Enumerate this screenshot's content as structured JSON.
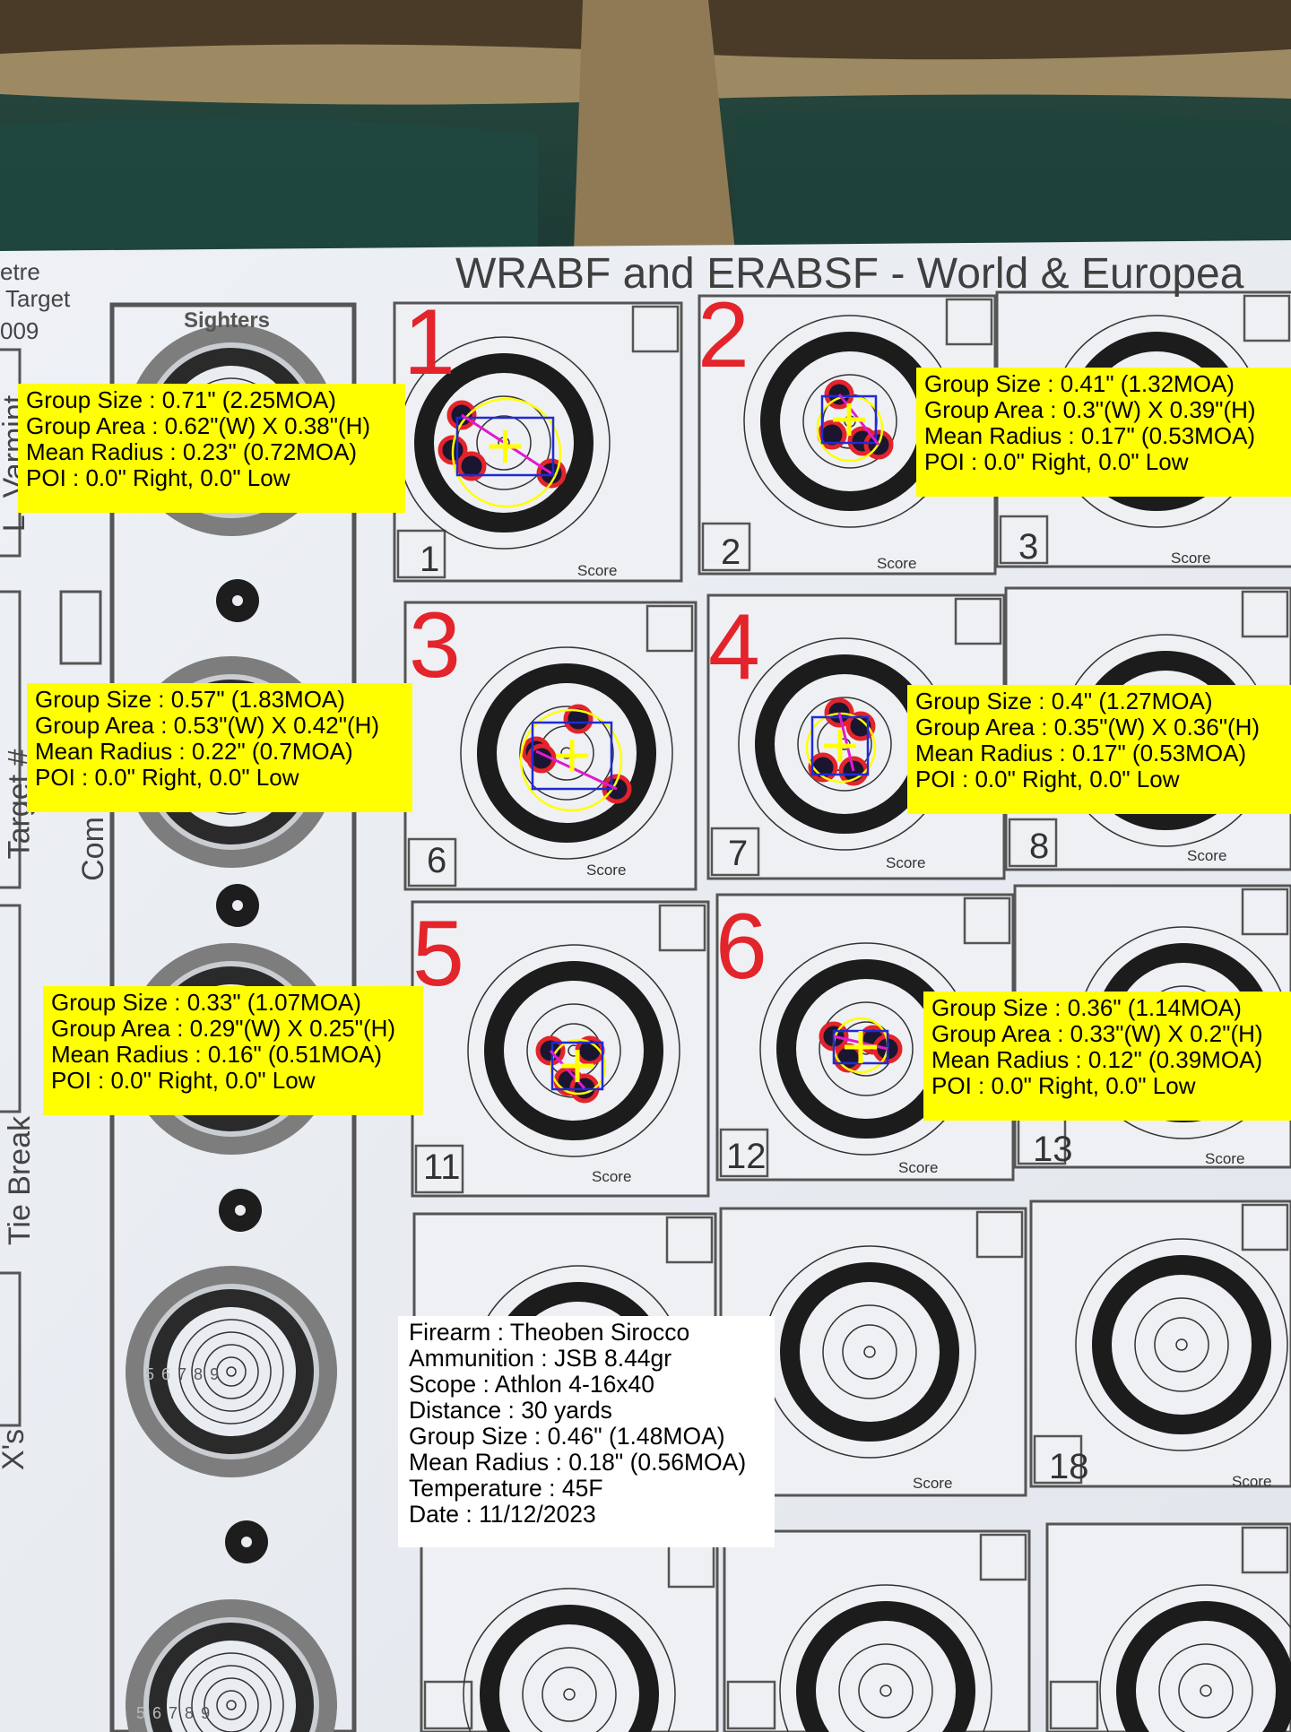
{
  "target_title": "WRABF and ERABSF - World & Europea",
  "left_header": [
    "etre",
    "Target",
    "009"
  ],
  "sighters_label": "Sighters",
  "sidebar_labels": [
    "L. Varmint",
    "Target #",
    "Com",
    "Tie Break",
    "X's"
  ],
  "sighter_ring_numbers": [
    "5",
    "6",
    "7",
    "8",
    "9"
  ],
  "score_label": "Score",
  "groups": [
    {
      "number": "1",
      "card": "1",
      "lines": [
        "Group Size : 0.71\" (2.25MOA)",
        "Group Area : 0.62\"(W) X 0.38\"(H)",
        "Mean Radius : 0.23\" (0.72MOA)",
        "POI : 0.0\" Right,  0.0\" Low"
      ]
    },
    {
      "number": "2",
      "card": "2",
      "lines": [
        "Group Size : 0.41\" (1.32MOA)",
        "Group Area : 0.3\"(W) X 0.39\"(H)",
        "Mean Radius : 0.17\" (0.53MOA)",
        "POI : 0.0\" Right,  0.0\" Low"
      ]
    },
    {
      "number": "3",
      "card": "6",
      "lines": [
        "Group Size : 0.57\" (1.83MOA)",
        "Group Area : 0.53\"(W) X 0.42\"(H)",
        "Mean Radius : 0.22\" (0.7MOA)",
        "POI : 0.0\" Right,  0.0\" Low"
      ]
    },
    {
      "number": "4",
      "card": "7",
      "lines": [
        "Group Size : 0.4\" (1.27MOA)",
        "Group Area : 0.35\"(W) X 0.36\"(H)",
        "Mean Radius : 0.17\" (0.53MOA)",
        "POI : 0.0\" Right,  0.0\" Low"
      ]
    },
    {
      "number": "5",
      "card": "11",
      "lines": [
        "Group Size : 0.33\" (1.07MOA)",
        "Group Area : 0.29\"(W) X 0.25\"(H)",
        "Mean Radius : 0.16\" (0.51MOA)",
        "POI : 0.0\" Right,  0.0\" Low"
      ]
    },
    {
      "number": "6",
      "card": "12",
      "lines": [
        "Group Size : 0.36\" (1.14MOA)",
        "Group Area : 0.33\"(W) X 0.2\"(H)",
        "Mean Radius : 0.12\" (0.39MOA)",
        "POI : 0.0\" Right,  0.0\" Low"
      ]
    }
  ],
  "extra_card_numbers": [
    "3",
    "8",
    "13",
    "18"
  ],
  "summary_lines": [
    "Firearm : Theoben Sirocco",
    "Ammunition : JSB 8.44gr",
    "Scope : Athlon 4-16x40",
    "Distance : 30 yards",
    "Group Size : 0.46\" (1.48MOA)",
    "Mean Radius : 0.18\" (0.56MOA)",
    "Temperature : 45F",
    "Date : 11/12/2023"
  ],
  "colors": {
    "highlight": "#ffff00",
    "marker_red": "#e3242b",
    "box_blue": "#1f2bd6",
    "line_magenta": "#e01ad0"
  }
}
